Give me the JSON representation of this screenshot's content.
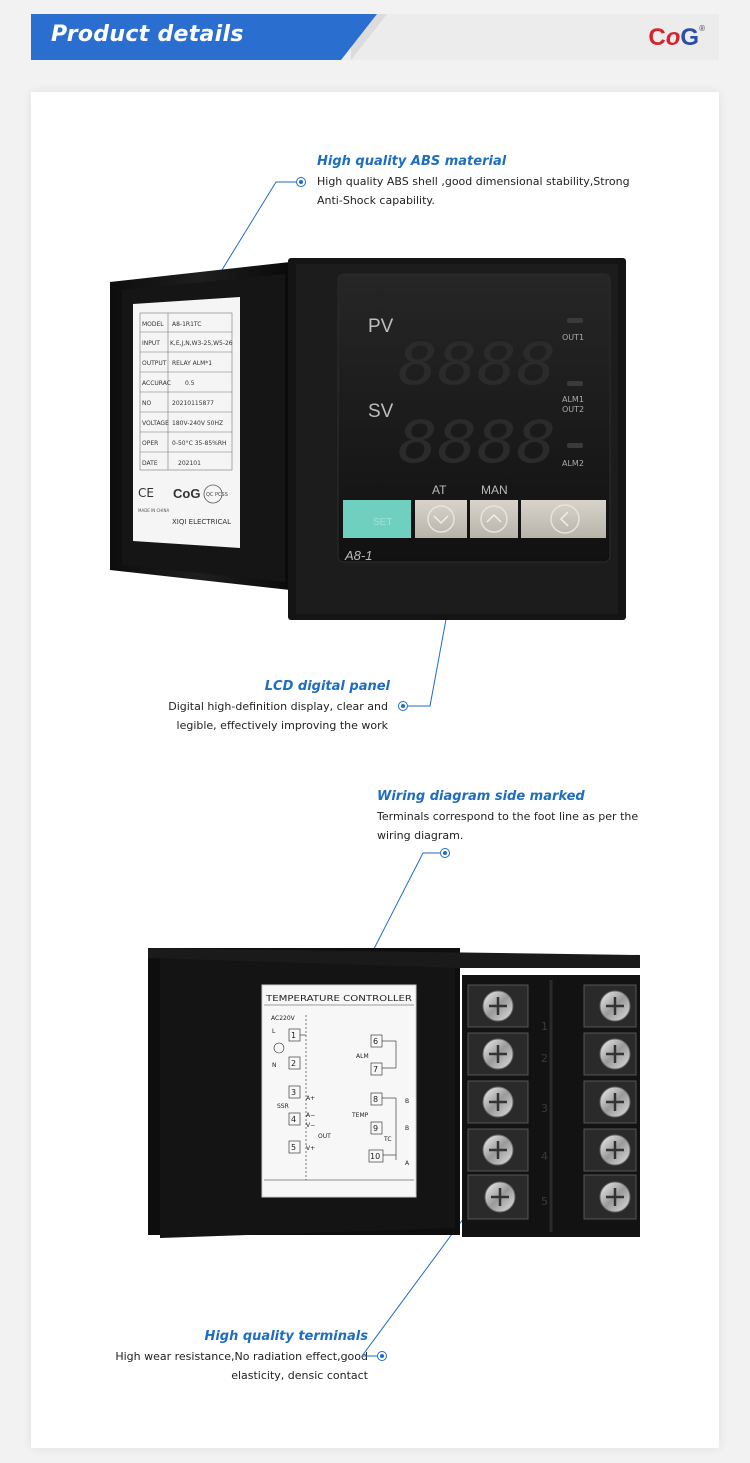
{
  "header": {
    "title": "Product details",
    "brand_c": "C",
    "brand_o": "o",
    "brand_g": "G",
    "brand_reg": "®"
  },
  "features": [
    {
      "title": "High quality ABS material",
      "text1": "High quality ABS shell ,good dimensional stability,Strong",
      "text2": "Anti-Shock capability."
    },
    {
      "title": "LCD digital panel",
      "text1": "Digital high-definition display, clear and",
      "text2": "legible, effectively improving the work"
    },
    {
      "title": "Wiring diagram side marked",
      "text1": "Terminals correspond to the foot line as per the",
      "text2": "wiring diagram."
    },
    {
      "title": "High quality terminals",
      "text1": "High wear resistance,No radiation effect,good",
      "text2": "elasticity, densic contact"
    }
  ],
  "front_panel": {
    "pv": "PV",
    "sv": "SV",
    "digits": "8888",
    "out1": "OUT1",
    "alm1": "ALM1",
    "out2": "OUT2",
    "alm2": "ALM2",
    "at": "AT",
    "man": "MAN",
    "set": "SET",
    "model": "A8-1"
  },
  "label": {
    "rows": [
      [
        "MODEL",
        "A8-1R1TC"
      ],
      [
        "INPUT",
        "K,E,J,N,W3-25,W5-26"
      ],
      [
        "OUTPUT",
        "RELAY ALM*1"
      ],
      [
        "ACCURAC",
        "0.5"
      ],
      [
        "NO",
        "20210115877"
      ],
      [
        "VOLTAGE",
        "180V-240V 50HZ"
      ],
      [
        "OPER",
        "0-50°C 35-85%RH"
      ],
      [
        "DATE",
        "202101"
      ]
    ],
    "ce": "CE",
    "brand": "CoG",
    "qc": "QC PCSS",
    "made": "MADE IN CHINA",
    "maker": "XIQI ELECTRICAL"
  },
  "rear": {
    "title": "TEMPERATURE CONTROLLER",
    "ac": "AC220V",
    "l": "L",
    "n": "N",
    "ssr": "SSR",
    "alm": "ALM",
    "temp": "TEMP",
    "out": "OUT",
    "left_terms": [
      "1",
      "2",
      "3",
      "4",
      "5"
    ],
    "right_terms": [
      "6",
      "7",
      "8",
      "9",
      "10"
    ],
    "tc": "TC",
    "a_plus": "A+",
    "a_minus": "A−",
    "v_minus": "V−",
    "v_plus": "V+",
    "b": "B",
    "a": "A"
  },
  "colors": {
    "accent": "#1f6dc1",
    "header_blue": "#2a6fd0",
    "set_key": "#6fd0bf",
    "led_off": "#2a2a2a"
  }
}
